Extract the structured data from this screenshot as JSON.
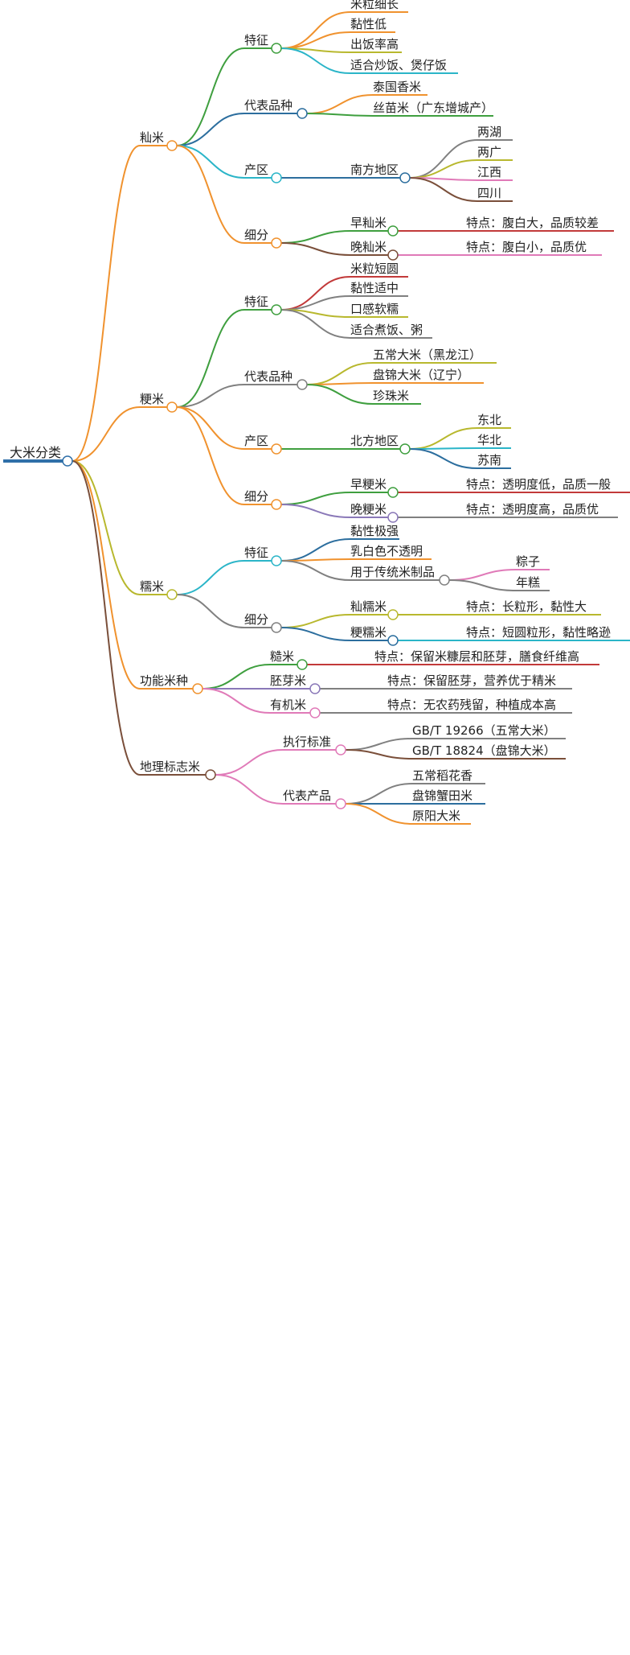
{
  "mindmap": {
    "root": {
      "label": "大米分类",
      "color": "#2f6fa8",
      "children": [
        {
          "label": "籼米",
          "color": "#f0922e",
          "children": [
            {
              "label": "特征",
              "color": "#3f9f3f",
              "children": [
                {
                  "label": "米粒细长",
                  "color": "#f0922e"
                },
                {
                  "label": "黏性低",
                  "color": "#f0922e"
                },
                {
                  "label": "出饭率高",
                  "color": "#b8b82e"
                },
                {
                  "label": "适合炒饭、煲仔饭",
                  "color": "#2bb5c8"
                }
              ]
            },
            {
              "label": "代表品种",
              "color": "#2c6e9e",
              "children": [
                {
                  "label": "泰国香米",
                  "color": "#f0922e"
                },
                {
                  "label": "丝苗米（广东增城产）",
                  "color": "#3f9f3f"
                }
              ]
            },
            {
              "label": "产区",
              "color": "#2bb5c8",
              "children": [
                {
                  "label": "南方地区",
                  "color": "#2c6e9e",
                  "children": [
                    {
                      "label": "两湖",
                      "color": "#808080"
                    },
                    {
                      "label": "两广",
                      "color": "#b8b82e"
                    },
                    {
                      "label": "江西",
                      "color": "#e07ab8"
                    },
                    {
                      "label": "四川",
                      "color": "#7a4f3a"
                    }
                  ]
                }
              ]
            },
            {
              "label": "细分",
              "color": "#f0922e",
              "children": [
                {
                  "label": "早籼米",
                  "color": "#3f9f3f",
                  "children": [
                    {
                      "label": "特点：腹白大，品质较差",
                      "color": "#c23a3a"
                    }
                  ]
                },
                {
                  "label": "晚籼米",
                  "color": "#7a4f3a",
                  "children": [
                    {
                      "label": "特点：腹白小，品质优",
                      "color": "#e07ab8"
                    }
                  ]
                }
              ]
            }
          ]
        },
        {
          "label": "粳米",
          "color": "#f0922e",
          "children": [
            {
              "label": "特征",
              "color": "#3f9f3f",
              "children": [
                {
                  "label": "米粒短圆",
                  "color": "#c23a3a"
                },
                {
                  "label": "黏性适中",
                  "color": "#808080"
                },
                {
                  "label": "口感软糯",
                  "color": "#b8b82e"
                },
                {
                  "label": "适合煮饭、粥",
                  "color": "#808080"
                }
              ]
            },
            {
              "label": "代表品种",
              "color": "#808080",
              "children": [
                {
                  "label": "五常大米（黑龙江）",
                  "color": "#b8b82e"
                },
                {
                  "label": "盘锦大米（辽宁）",
                  "color": "#f0922e"
                },
                {
                  "label": "珍珠米",
                  "color": "#3f9f3f"
                }
              ]
            },
            {
              "label": "产区",
              "color": "#f0922e",
              "children": [
                {
                  "label": "北方地区",
                  "color": "#3f9f3f",
                  "children": [
                    {
                      "label": "东北",
                      "color": "#b8b82e"
                    },
                    {
                      "label": "华北",
                      "color": "#2bb5c8"
                    },
                    {
                      "label": "苏南",
                      "color": "#2c6e9e"
                    }
                  ]
                }
              ]
            },
            {
              "label": "细分",
              "color": "#f0922e",
              "children": [
                {
                  "label": "早粳米",
                  "color": "#3f9f3f",
                  "children": [
                    {
                      "label": "特点：透明度低，品质一般",
                      "color": "#c23a3a"
                    }
                  ]
                },
                {
                  "label": "晚粳米",
                  "color": "#8a78b8",
                  "children": [
                    {
                      "label": "特点：透明度高，品质优",
                      "color": "#808080"
                    }
                  ]
                }
              ]
            }
          ]
        },
        {
          "label": "糯米",
          "color": "#b8b82e",
          "children": [
            {
              "label": "特征",
              "color": "#2bb5c8",
              "children": [
                {
                  "label": "黏性极强",
                  "color": "#2c6e9e"
                },
                {
                  "label": "乳白色不透明",
                  "color": "#f0922e"
                },
                {
                  "label": "用于传统米制品",
                  "color": "#808080",
                  "children": [
                    {
                      "label": "粽子",
                      "color": "#e07ab8"
                    },
                    {
                      "label": "年糕",
                      "color": "#808080"
                    }
                  ]
                }
              ]
            },
            {
              "label": "细分",
              "color": "#808080",
              "children": [
                {
                  "label": "籼糯米",
                  "color": "#b8b82e",
                  "children": [
                    {
                      "label": "特点：长粒形，黏性大",
                      "color": "#b8b82e"
                    }
                  ]
                },
                {
                  "label": "粳糯米",
                  "color": "#2c6e9e",
                  "children": [
                    {
                      "label": "特点：短圆粒形，黏性略逊",
                      "color": "#2bb5c8"
                    }
                  ]
                }
              ]
            }
          ]
        },
        {
          "label": "功能米种",
          "color": "#f0922e",
          "children": [
            {
              "label": "糙米",
              "color": "#3f9f3f",
              "children": [
                {
                  "label": "特点：保留米糠层和胚芽，膳食纤维高",
                  "color": "#c23a3a"
                }
              ]
            },
            {
              "label": "胚芽米",
              "color": "#8a78b8",
              "children": [
                {
                  "label": "特点：保留胚芽，营养优于精米",
                  "color": "#808080"
                }
              ]
            },
            {
              "label": "有机米",
              "color": "#e07ab8",
              "children": [
                {
                  "label": "特点：无农药残留，种植成本高",
                  "color": "#808080"
                }
              ]
            }
          ]
        },
        {
          "label": "地理标志米",
          "color": "#7a4f3a",
          "children": [
            {
              "label": "执行标准",
              "color": "#e07ab8",
              "children": [
                {
                  "label": "GB/T 19266（五常大米）",
                  "color": "#808080"
                },
                {
                  "label": "GB/T 18824（盘锦大米）",
                  "color": "#7a4f3a"
                }
              ]
            },
            {
              "label": "代表产品",
              "color": "#e07ab8",
              "children": [
                {
                  "label": "五常稻花香",
                  "color": "#808080"
                },
                {
                  "label": "盘锦蟹田米",
                  "color": "#2c6e9e"
                },
                {
                  "label": "原阳大米",
                  "color": "#f0922e"
                }
              ]
            }
          ]
        }
      ]
    }
  }
}
